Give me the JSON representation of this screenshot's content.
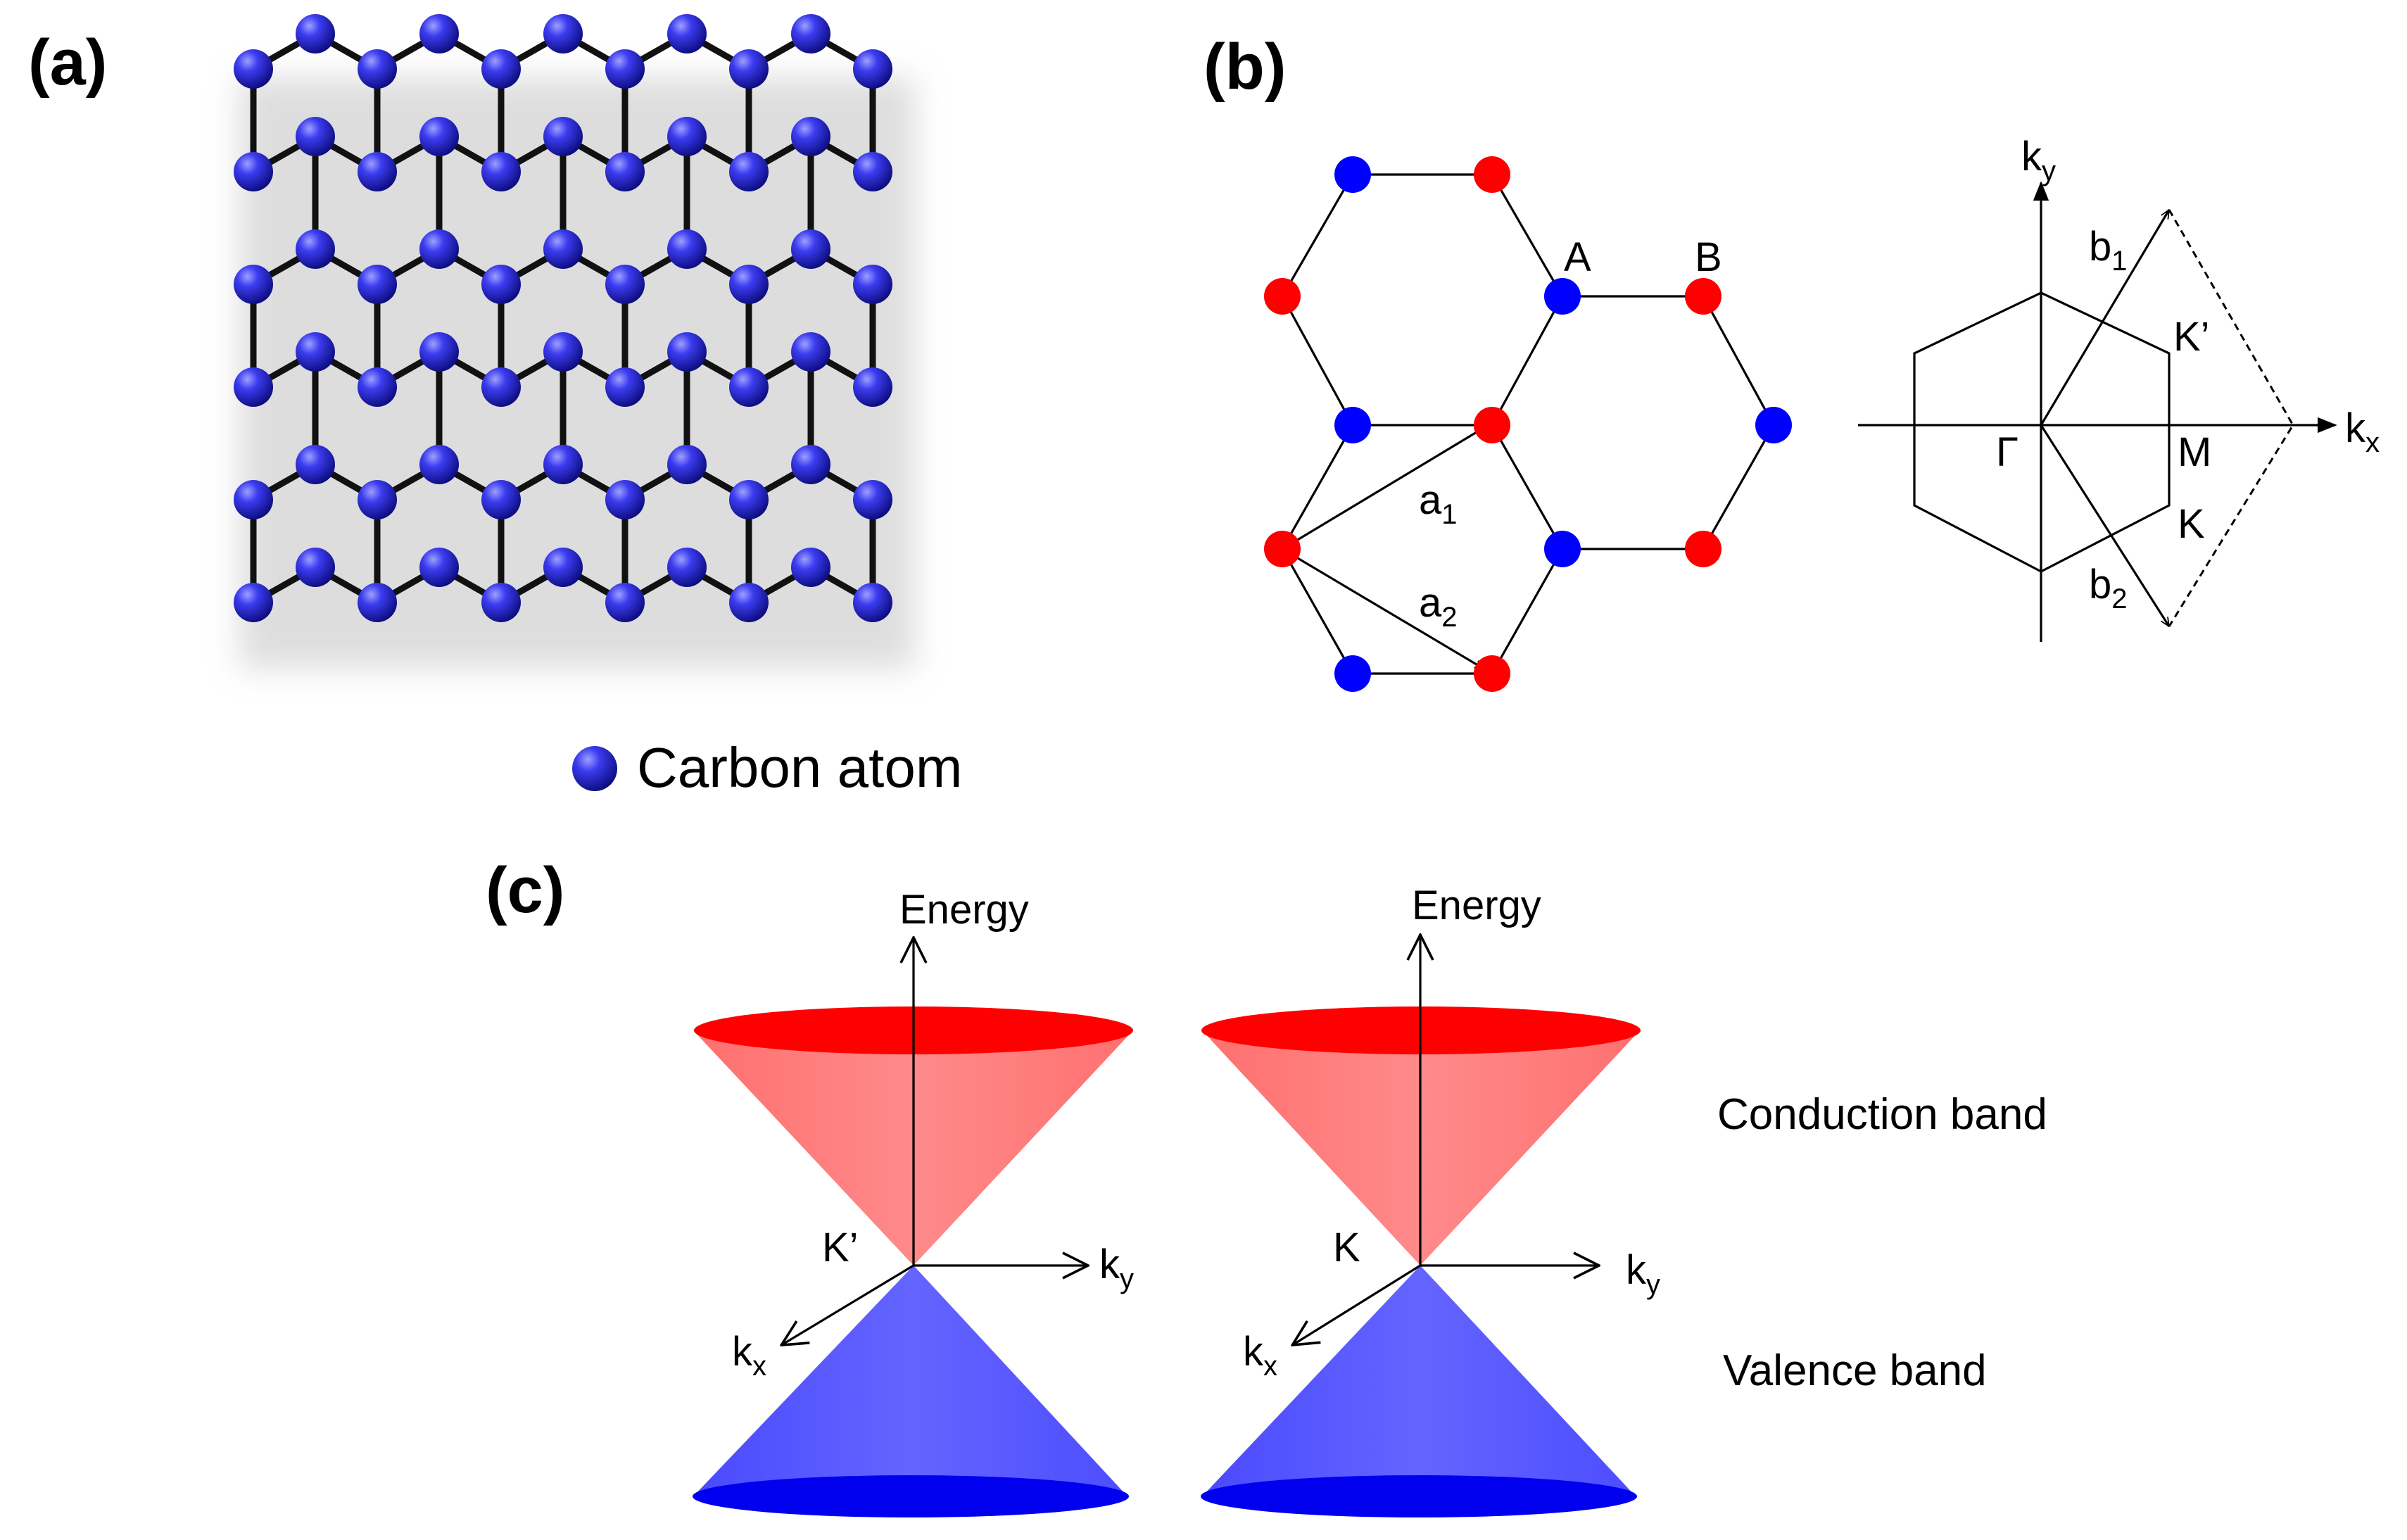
{
  "panels": {
    "a": {
      "label": "(a)",
      "legend": "Carbon atom"
    },
    "b": {
      "label": "(b)",
      "sublattice_labels": {
        "A": "A",
        "B": "B"
      },
      "vector_a1": {
        "base": "a",
        "sub": "1"
      },
      "vector_a2": {
        "base": "a",
        "sub": "2"
      },
      "vector_b1": {
        "base": "b",
        "sub": "1"
      },
      "vector_b2": {
        "base": "b",
        "sub": "2"
      },
      "axis_kx": {
        "base": "k",
        "sub": "x"
      },
      "axis_ky": {
        "base": "k",
        "sub": "y"
      },
      "points": {
        "gamma": "Γ",
        "M": "M",
        "K": "K",
        "K_prime": "K’"
      }
    },
    "c": {
      "label": "(c)",
      "energy_label": "Energy",
      "left_point": "K’",
      "right_point": "K",
      "axis_kx": {
        "base": "k",
        "sub": "x"
      },
      "axis_ky": {
        "base": "k",
        "sub": "y"
      },
      "conduction_label": "Conduction band",
      "valence_label": "Valence band"
    }
  },
  "colors": {
    "carbon": "#2a2ad8",
    "sublattice_A": "#0000ff",
    "sublattice_B": "#ff0000",
    "conduction_cone": "#ff8080",
    "conduction_top": "#ff0000",
    "valence_cone": "#6060ff",
    "valence_bottom": "#0000ee"
  }
}
